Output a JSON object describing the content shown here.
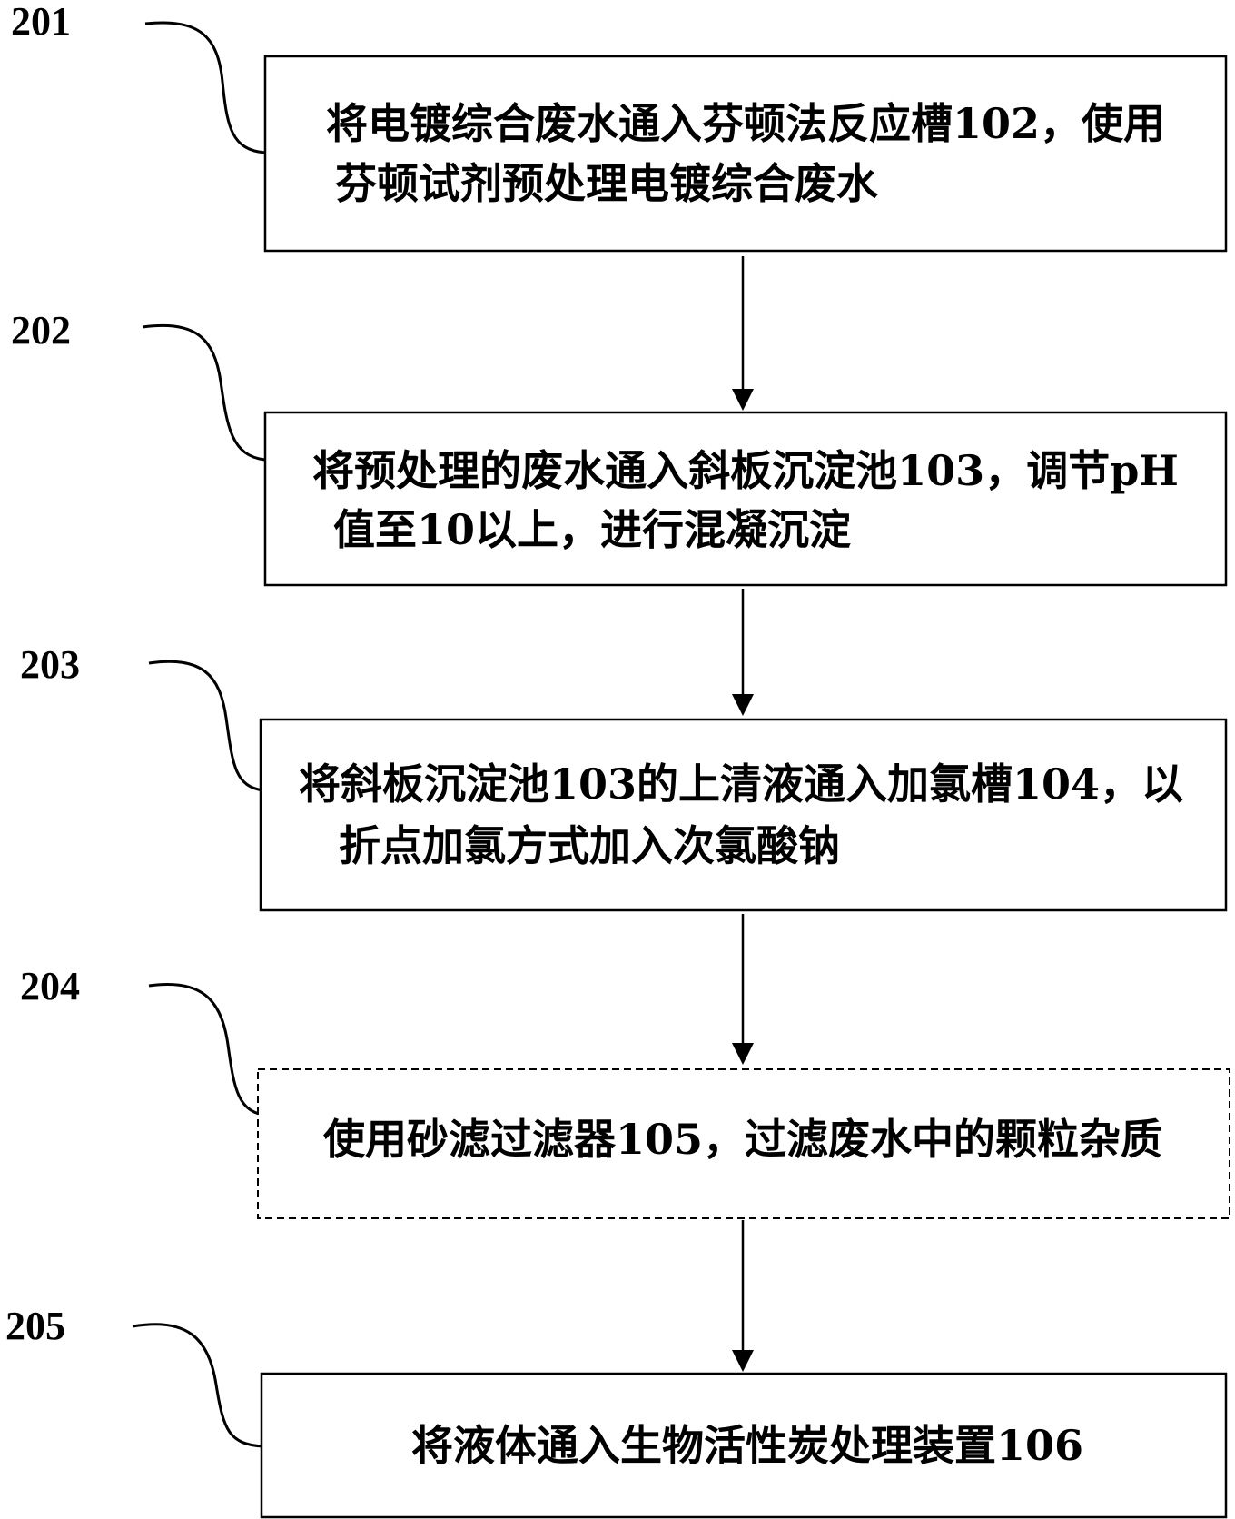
{
  "steps": [
    {
      "number": "201",
      "lines": [
        "将电镀综合废水通入芬顿法反应槽102，使用",
        "芬顿试剂预处理电镀综合废水"
      ],
      "border": "solid"
    },
    {
      "number": "202",
      "lines": [
        "将预处理的废水通入斜板沉淀池103，调节pH",
        "值至10以上，进行混凝沉淀"
      ],
      "border": "solid"
    },
    {
      "number": "203",
      "lines": [
        "将斜板沉淀池103的上清液通入加氯槽104，以",
        "折点加氯方式加入次氯酸钠"
      ],
      "border": "solid"
    },
    {
      "number": "204",
      "lines": [
        "使用砂滤过滤器105，过滤废水中的颗粒杂质"
      ],
      "border": "dashed"
    },
    {
      "number": "205",
      "lines": [
        "将液体通入生物活性炭处理装置106"
      ],
      "border": "solid"
    }
  ]
}
